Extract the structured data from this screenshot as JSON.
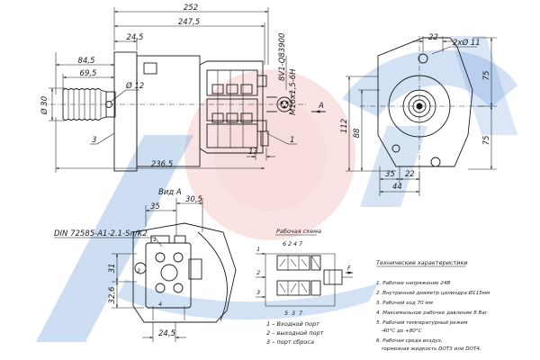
{
  "watermark": {
    "text": "SPL",
    "color_blue": "#3a78c8",
    "color_red": "#e8423e"
  },
  "side_view": {
    "dims": {
      "overall_length": "252",
      "length_to_face": "247,5",
      "flange_offset": "24,5",
      "rod_length": "84,5",
      "boot_length": "69,5",
      "boot_diameter": "Ø 30",
      "rod_diameter": "Ø 12",
      "base_length": "236,5",
      "valve_offset": "13"
    },
    "callouts": {
      "port_1": "1",
      "port_3": "3",
      "section_a": "A"
    },
    "fitting_code": "8V1-Q83900",
    "thread": "M16x1,5-6H"
  },
  "end_view": {
    "dims": {
      "top_width": "22",
      "bolt_holes": "2xØ 11",
      "height_upper": "75",
      "height_lower": "75",
      "height_total": "112",
      "height_mid": "88",
      "bottom_35": "35",
      "bottom_22": "22",
      "bottom_44": "44"
    }
  },
  "view_a": {
    "title": "Вид А",
    "dims": {
      "d35": "35",
      "d30_5": "30,5",
      "d31": "31",
      "d32_6": "32,6",
      "d24_5": "24,5"
    },
    "standard": "DIN 72585-A1-2.1-Sn/K2",
    "port_labels": [
      "1",
      "2",
      "4"
    ]
  },
  "schematic": {
    "title": "Рабочая схема",
    "top_numbers": [
      "6",
      "2",
      "4",
      "7"
    ],
    "bottom_numbers": [
      "5",
      "3",
      "7"
    ],
    "side_labels": {
      "left_top": "1",
      "left_mid": "2",
      "left_bottom": "3",
      "right_f": "F"
    },
    "legend": [
      "1 – Входной порт",
      "2 – выходной порт",
      "3 – порт сброса"
    ]
  },
  "specs": {
    "title": "Технические характеристики",
    "items": [
      "1. Рабочее напряжение 24В",
      "2. Внутренний диаметр цилиндра  Ø115мм",
      "3. Рабочий ход  70 мм",
      "4. Максимальное рабочее давление 8 Bar",
      "5. Рабочий температурный режим",
      "   -40°C до +80°C",
      "6. Рабочая среда воздух,",
      "   тормозная жидкость DOT3 или DOT4."
    ]
  }
}
